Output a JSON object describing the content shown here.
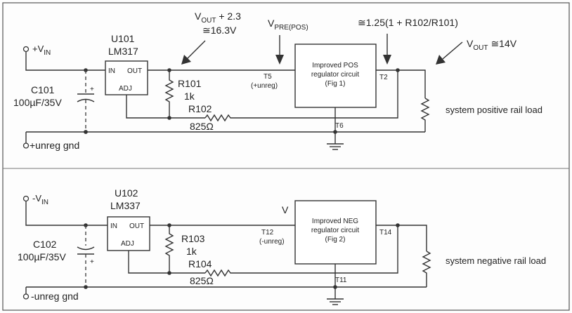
{
  "positive": {
    "vin": "+V",
    "vin_sub": "IN",
    "reg_ref": "U101",
    "reg_part": "LM317",
    "pin_in": "IN",
    "pin_out": "OUT",
    "pin_adj": "ADJ",
    "cap_ref": "C101",
    "cap_value": "100µF/35V",
    "cap_plus": "+",
    "r1_ref": "R101",
    "r1_value": "1k",
    "r2_ref": "R102",
    "r2_value": "825Ω",
    "gnd_label": "+unreg gnd",
    "circuit_line1": "Improved POS",
    "circuit_line2": "regulator circuit",
    "circuit_line3": "(Fig 1)",
    "term_in": "T5",
    "term_in_note": "(+unreg)",
    "term_out": "T2",
    "term_gnd": "T6",
    "load_label": "system positive rail load",
    "ann_vout_v": "V",
    "ann_vout_sub": "OUT",
    "ann_vout_rest": " + 2.3",
    "ann_vout_val": "≅16.3V",
    "ann_vpre_v": "V",
    "ann_vpre_sub": "PRE(POS)",
    "ann_formula": "≅1.25(1 + R102/R101)",
    "ann_out_v": "V",
    "ann_out_sub": "OUT",
    "ann_out_val": "≅14V"
  },
  "negative": {
    "vin": "-V",
    "vin_sub": "IN",
    "reg_ref": "U102",
    "reg_part": "LM337",
    "pin_in": "IN",
    "pin_out": "OUT",
    "pin_adj": "ADJ",
    "cap_ref": "C102",
    "cap_value": "100µF/35V",
    "cap_plus": "+",
    "r1_ref": "R103",
    "r1_value": "1k",
    "r2_ref": "R104",
    "r2_value": "825Ω",
    "gnd_label": "-unreg gnd",
    "circuit_line1": "Improved NEG",
    "circuit_line2": "regulator circuit",
    "circuit_line3": "(Fig 2)",
    "term_in": "T12",
    "term_in_note": "(-unreg)",
    "term_out": "T14",
    "term_gnd": "T11",
    "load_label": "system negative rail load",
    "ann_v": "V"
  }
}
